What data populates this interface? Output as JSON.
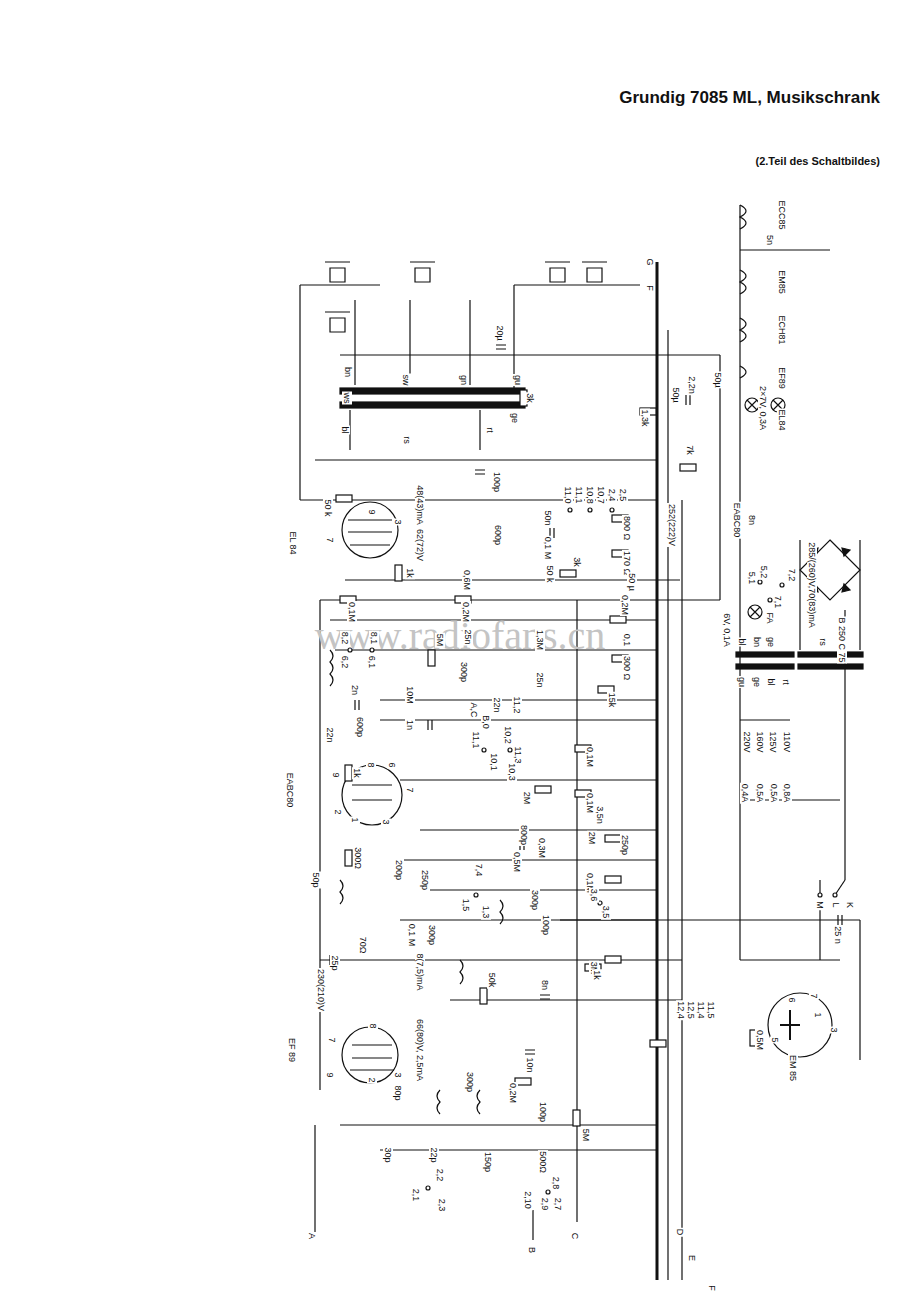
{
  "diagram": {
    "title": "Grundig 7085 ML, Musikschrank",
    "caption": "(2.Teil des Schaltbildes)",
    "labels": [
      "www.radiofans.cn",
      "EF 89",
      "EABC80",
      "EL 84",
      "EM 85",
      "ECC85",
      "EM85",
      "ECH81",
      "EF89",
      "EL84",
      "2×7V, 0,3A",
      "5n",
      "EABC80",
      "8n",
      "5,1",
      "5,2",
      "7,1",
      "7,2",
      "6V, 0,1A",
      "FA",
      "285/(260)V,70(83)mA",
      "B 250 C 75",
      "bl",
      "bn",
      "ge",
      "rs",
      "gu",
      "ge",
      "bl",
      "rt",
      "220V",
      "160V",
      "125V",
      "110V",
      "0,4A",
      "0,5A",
      "0,5A",
      "0,8A",
      "M",
      "L",
      "K",
      "A",
      "B",
      "C",
      "D",
      "E",
      "F",
      "G",
      "F",
      "bn",
      "ws",
      "sw",
      "gn",
      "gu",
      "bl",
      "rs",
      "rt",
      "ge",
      "20µ",
      "3k",
      "2,2n",
      "1,3k",
      "50µ",
      "50µ",
      "7k",
      "100p",
      "600p",
      "50 k",
      "48(43)mA",
      "11,0",
      "11,1",
      "10,8",
      "10,7",
      "2,4",
      "2,5",
      "50n",
      "800 Ω",
      "170 Ω",
      "50 µ",
      "252(222)V",
      "0,1M",
      "1k",
      "0,6M",
      "0,2M",
      "50 k",
      "0,1 M",
      "3k",
      "0,2M",
      "62(72)V",
      "8,2",
      "8,1",
      "6,2",
      "6,1",
      "2n",
      "600p",
      "22n",
      "1n",
      "10M",
      "5M",
      "300p",
      "25n",
      "1,3M",
      "25n",
      "0,1",
      "300 Ω",
      "15k",
      "A,C",
      "B,0",
      "11,1",
      "11,2",
      "10,2",
      "22n",
      "11,3",
      "10,1",
      "10,3",
      "2M",
      "0,1M",
      "0,1M",
      "3,5n",
      "1k",
      "300Ω",
      "50p",
      "800p",
      "0,5M",
      "0,3M",
      "250p",
      "2M",
      "7,4",
      "1,5",
      "1,3",
      "300p",
      "100p",
      "0,1M",
      "3,6",
      "3,5",
      "3M",
      "25 n",
      "250p",
      "200p",
      "70Ω",
      "0,1 M",
      "300p",
      "25p",
      "230(210)V",
      "8(7,5)mA",
      "66(80)V, 2,5mA",
      "50k",
      "8n",
      "10n",
      "1k",
      "12,4",
      "12,5",
      "11,4",
      "11,5",
      "0,5M",
      "80p",
      "300p",
      "0,2M",
      "100p",
      "5M",
      "500Ω",
      "30p",
      "22p",
      "150p",
      "2,2",
      "2,1",
      "2,3",
      "2,10",
      "2,9",
      "2,8",
      "2,7",
      "7",
      "9",
      "3",
      "9",
      "8",
      "6",
      "7",
      "2",
      "1",
      "3",
      "7",
      "8",
      "9",
      "2",
      "3",
      "7",
      "1",
      "6",
      "5",
      "3"
    ]
  }
}
